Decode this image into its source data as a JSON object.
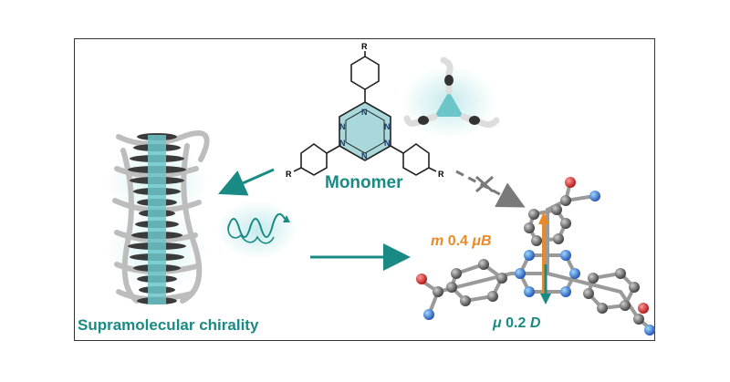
{
  "labels": {
    "monomer": "Monomer",
    "supramolecular": "Supramolecular chirality",
    "moment_symbol": "m",
    "moment_value": "0.4",
    "moment_unit": "μB",
    "dipole_symbol": "μ",
    "dipole_value": "0.2",
    "dipole_unit": "D"
  },
  "structure": {
    "substituent_top": "R",
    "substituent_left": "R",
    "substituent_right": "R",
    "ring_atom": "N"
  },
  "colors": {
    "teal": "#1a8a85",
    "orange": "#e88a2a",
    "ring_fill": "#a9d8da",
    "arrow_grey": "#7a7a7a"
  }
}
